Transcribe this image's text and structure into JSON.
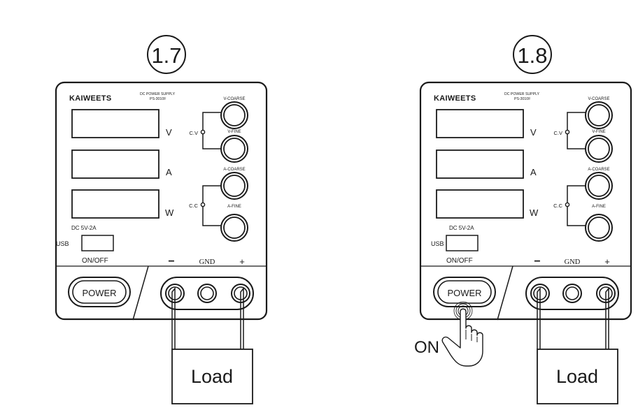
{
  "steps": [
    {
      "number": "1.7",
      "device": {
        "brand": "KAIWEETS",
        "model_line1": "DC POWER SUPPLY",
        "model_line2": "PS-3010F",
        "displays": [
          "V",
          "A",
          "W"
        ],
        "knob_labels": {
          "v_coarse": "V-COARSE",
          "v_fine": "V-FINE",
          "a_coarse": "A-COARSE",
          "a_fine": "A-FINE"
        },
        "cv_label": "C.V",
        "cc_label": "C.C",
        "usb_spec": "DC 5V-2A",
        "usb_label": "USB",
        "onoff_label": "ON/OFF",
        "power_label": "POWER",
        "minus_label": "−",
        "gnd_label": "GND",
        "plus_label": "+"
      },
      "load_label": "Load",
      "hand_label": ""
    },
    {
      "number": "1.8",
      "device": {
        "brand": "KAIWEETS",
        "model_line1": "DC POWER SUPPLY",
        "model_line2": "PS-3010F",
        "displays": [
          "V",
          "A",
          "W"
        ],
        "knob_labels": {
          "v_coarse": "V-COARSE",
          "v_fine": "V-FINE",
          "a_coarse": "A-COARSE",
          "a_fine": "A-FINE"
        },
        "cv_label": "C.V",
        "cc_label": "C.C",
        "usb_spec": "DC 5V-2A",
        "usb_label": "USB",
        "onoff_label": "ON/OFF",
        "power_label": "POWER",
        "minus_label": "−",
        "gnd_label": "GND",
        "plus_label": "+"
      },
      "load_label": "Load",
      "hand_label": "ON"
    }
  ]
}
